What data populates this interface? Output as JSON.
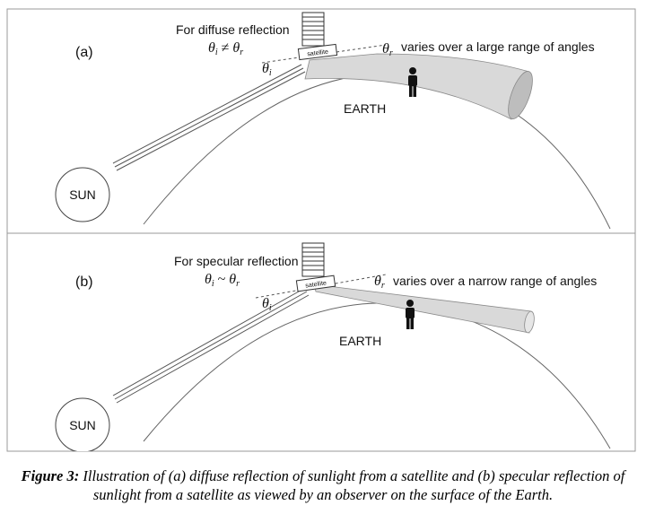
{
  "panel_a": {
    "label": "(a)",
    "heading": "For diffuse reflection",
    "relation_op": "≠",
    "range_text": "varies over a large range of angles",
    "earth": "EARTH",
    "sun": "SUN",
    "satellite": "satellite"
  },
  "panel_b": {
    "label": "(b)",
    "heading": "For specular reflection",
    "relation_op": "~",
    "range_text": "varies over a narrow range of angles",
    "earth": "EARTH",
    "sun": "SUN",
    "satellite": "satellite"
  },
  "symbols": {
    "theta": "θ",
    "sub_i": "i",
    "sub_r": "r"
  },
  "caption": {
    "lead": "Figure 3:",
    "text": " Illustration of (a) diffuse reflection of sunlight from a satellite and (b) specular reflection of sunlight from a satellite as viewed by an observer on the surface of the Earth."
  },
  "colors": {
    "beam": "#d9d9d9",
    "beam_stroke": "#8a8a8a",
    "line": "#555555",
    "frame": "#999999"
  }
}
